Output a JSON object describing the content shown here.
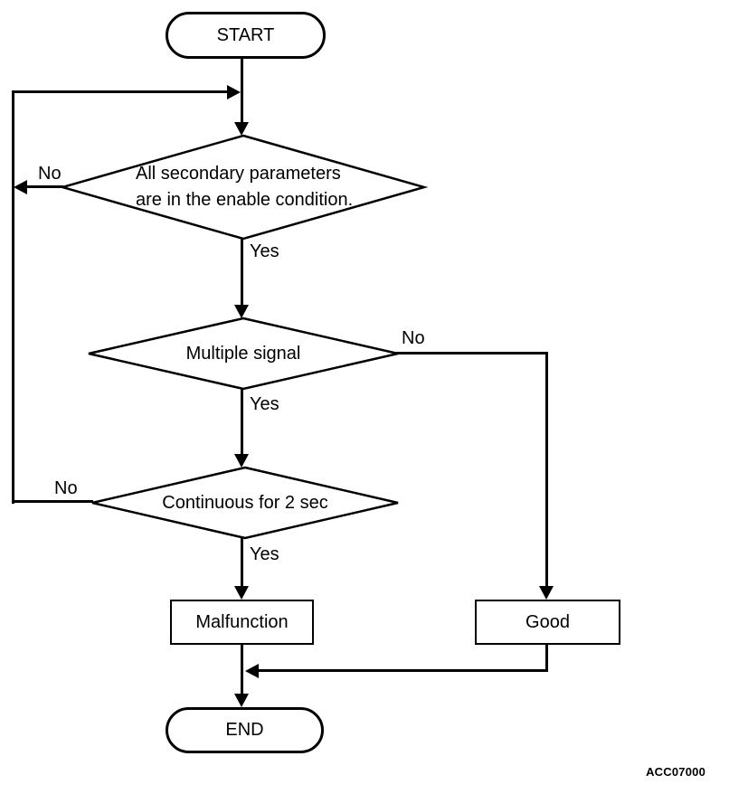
{
  "flowchart": {
    "nodes": {
      "start": {
        "label": "START"
      },
      "decision_params": {
        "line1": "All secondary parameters",
        "line2": "are in the enable condition."
      },
      "decision_signal": {
        "label": "Multiple signal"
      },
      "decision_continuous": {
        "label": "Continuous for 2 sec"
      },
      "malfunction": {
        "label": "Malfunction"
      },
      "good": {
        "label": "Good"
      },
      "end": {
        "label": "END"
      }
    },
    "edges": {
      "params_no": {
        "label": "No"
      },
      "params_yes": {
        "label": "Yes"
      },
      "signal_no": {
        "label": "No"
      },
      "signal_yes": {
        "label": "Yes"
      },
      "continuous_no": {
        "label": "No"
      },
      "continuous_yes": {
        "label": "Yes"
      }
    },
    "figure_code": "ACC07000",
    "colors": {
      "line": "#000000",
      "background": "#ffffff"
    }
  }
}
